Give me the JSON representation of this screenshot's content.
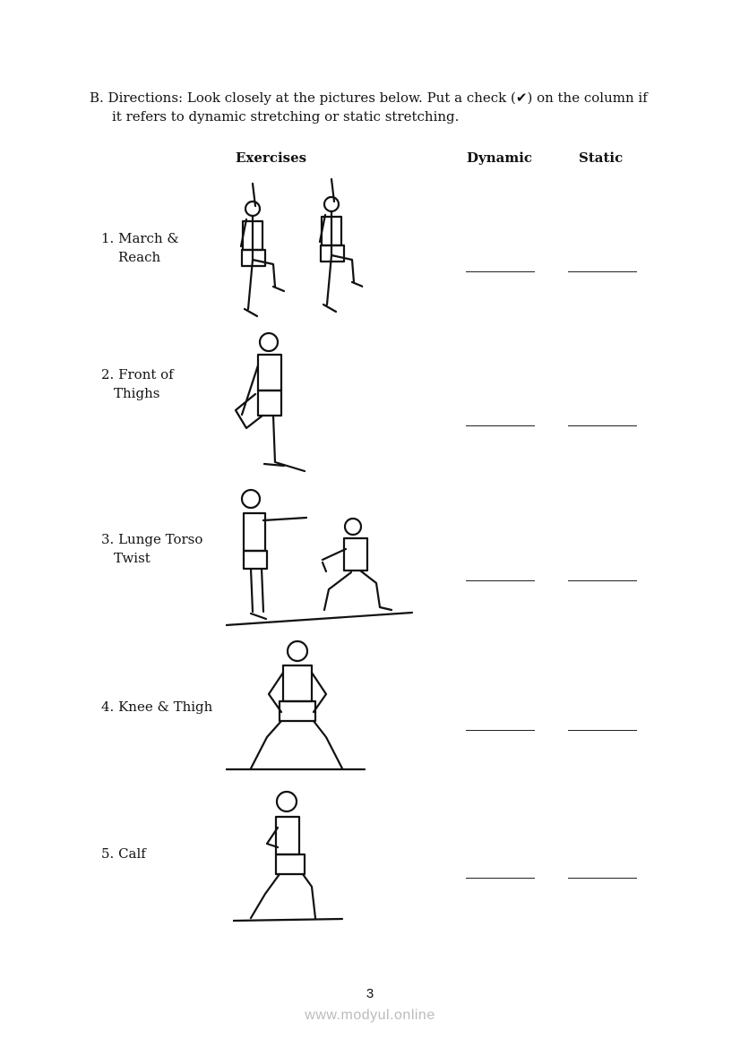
{
  "directions": {
    "line1": "B.  Directions: Look closely at the pictures below. Put a check (✔) on the column if",
    "line2": "it refers to dynamic stretching or static stretching."
  },
  "headers": {
    "exercises": "Exercises",
    "dynamic": "Dynamic",
    "static": "Static"
  },
  "rows": [
    {
      "line1": "1. March &",
      "line2": "Reach",
      "illustration": "march-and-reach-figures"
    },
    {
      "line1": "2. Front of",
      "line2": "Thighs",
      "illustration": "front-of-thighs-figure"
    },
    {
      "line1": "3. Lunge Torso",
      "line2": "Twist",
      "illustration": "lunge-torso-twist-figures"
    },
    {
      "line1": "4. Knee & Thigh",
      "line2": "",
      "illustration": "knee-and-thigh-figure"
    },
    {
      "line1": "5. Calf",
      "line2": "",
      "illustration": "calf-stretch-figure"
    }
  ],
  "footer": {
    "page_number": "3",
    "watermark": "www.modyul.online"
  }
}
